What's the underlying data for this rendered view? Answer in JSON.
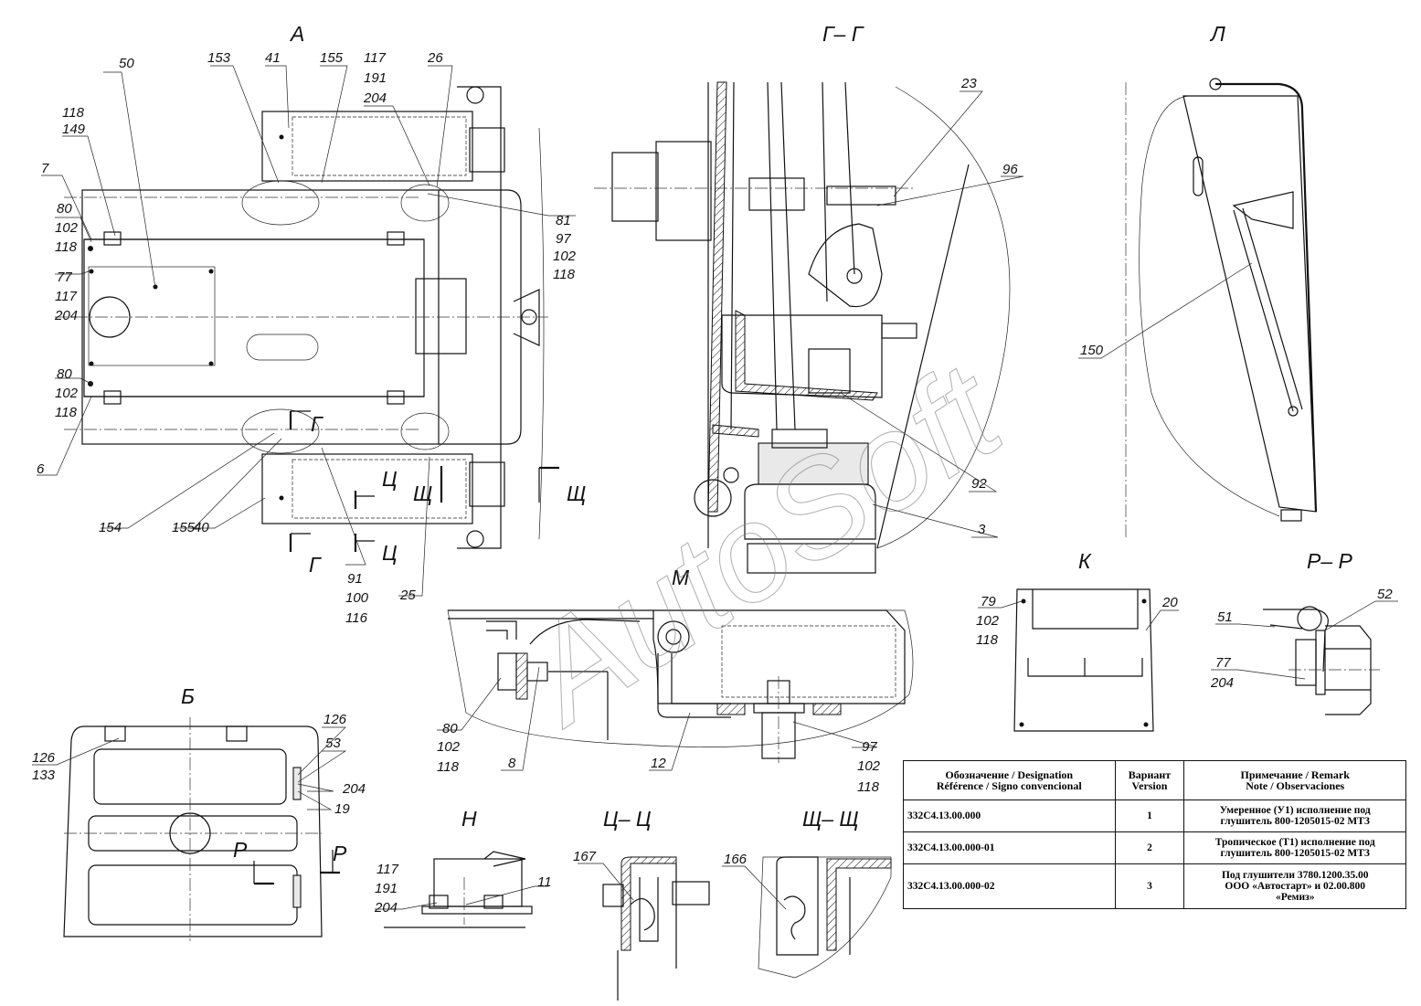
{
  "watermark": "AutoSoft",
  "views": {
    "A": "А",
    "GG": "Г– Г",
    "L": "Л",
    "B": "Б",
    "M": "М",
    "K": "К",
    "RR": "Р– Р",
    "N": "Н",
    "TsTs": "Ц– Ц",
    "ShchShch": "Щ– Щ"
  },
  "section_marks": {
    "G": "Г",
    "Ts": "Ц",
    "Shch": "Щ",
    "R": "Р"
  },
  "callouts": {
    "c50": "50",
    "c153": "153",
    "c41": "41",
    "c155a": "155",
    "c117a": "117",
    "c191a": "191",
    "c204a": "204",
    "c26": "26",
    "c118a": "118",
    "c149": "149",
    "c7": "7",
    "c80a": "80",
    "c102a": "102",
    "c118b": "118",
    "c77a": "77",
    "c117b": "117",
    "c204b": "204",
    "c80b": "80",
    "c102b": "102",
    "c118c": "118",
    "c6": "6",
    "c81": "81",
    "c97a": "97",
    "c102c": "102",
    "c118d": "118",
    "c154": "154",
    "c155b": "155",
    "c40": "40",
    "c91": "91",
    "c100": "100",
    "c116": "116",
    "c25": "25",
    "c23": "23",
    "c96": "96",
    "c92": "92",
    "c3": "3",
    "c150": "150",
    "c126a": "126",
    "c133": "133",
    "c126b": "126",
    "c53": "53",
    "c204c": "204",
    "c19": "19",
    "c80c": "80",
    "c102d": "102",
    "c118e": "118",
    "c8": "8",
    "c12": "12",
    "c97b": "97",
    "c102e": "102",
    "c118f": "118",
    "c79": "79",
    "c102f": "102",
    "c118g": "118",
    "c20": "20",
    "c51": "51",
    "c52": "52",
    "c77b": "77",
    "c204d": "204",
    "c117c": "117",
    "c191b": "191",
    "c204e": "204",
    "c11": "11",
    "c167": "167",
    "c166": "166"
  },
  "spec_table": {
    "headers": {
      "designation_line1": "Обозначение / Designation",
      "designation_line2": "Référence / Signo convencional",
      "version_line1": "Вариант",
      "version_line2": "Version",
      "remark_line1": "Примечание / Remark",
      "remark_line2": "Note / Observaciones"
    },
    "rows": [
      {
        "designation": "332С4.13.00.000",
        "version": "1",
        "remark_line1": "Умеренное (У1) исполнение под",
        "remark_line2": "глушитель 800-1205015-02 МТЗ",
        "remark_line3": ""
      },
      {
        "designation": "332С4.13.00.000-01",
        "version": "2",
        "remark_line1": "Тропическое (Т1) исполнение под",
        "remark_line2": "глушитель 800-1205015-02 МТЗ",
        "remark_line3": ""
      },
      {
        "designation": "332С4.13.00.000-02",
        "version": "3",
        "remark_line1": "Под глушители 3780.1200.35.00",
        "remark_line2": "ООО «Автостарт» и 02.00.800",
        "remark_line3": "«Ремиз»"
      }
    ]
  }
}
